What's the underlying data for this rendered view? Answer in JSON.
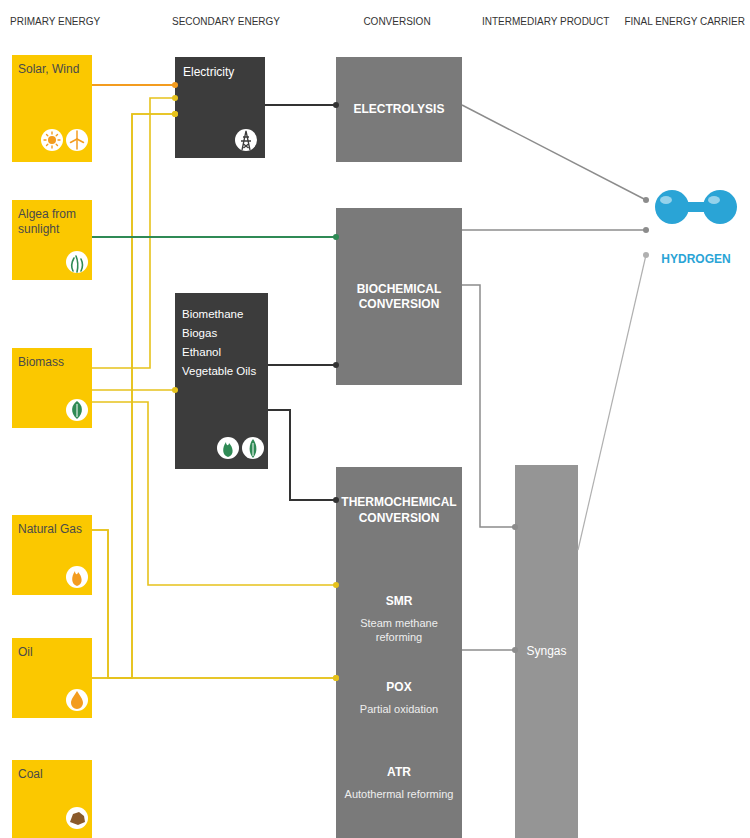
{
  "diagram": {
    "nodes": [
      {
        "text": [
          "Solar, Wind"
        ]
      },
      {
        "text": [
          "Algea from sunlight"
        ]
      },
      {
        "text": [
          "Biomass"
        ]
      },
      {
        "text": [
          "Natural Gas"
        ]
      },
      {
        "text": [
          "Oil"
        ]
      },
      {
        "text": [
          "Coal"
        ]
      },
      {
        "text": [
          "Electricity"
        ]
      },
      {
        "text": [
          "Biomethane",
          "Biogas",
          "Ethanol",
          "Vegetable Oils"
        ]
      },
      {
        "text": [
          "ELECTROLYSIS"
        ]
      },
      {
        "text": [
          "BIOCHEMICAL CONVERSION"
        ]
      },
      {
        "text": [
          "THERMOCHEMICAL CONVERSION",
          "SMR",
          "Steam methane reforming",
          "POX",
          "Partial oxidation",
          "ATR",
          "Autothermal reforming"
        ]
      },
      {
        "text": [
          "Syngas"
        ]
      },
      {
        "text": [
          "HYDROGEN"
        ]
      }
    ],
    "edges": [
      {
        "from": 0,
        "to": 6,
        "arrow": "to"
      },
      {
        "from": 2,
        "to": 6,
        "arrow": "to"
      },
      {
        "from": 3,
        "to": 6,
        "arrow": "to"
      },
      {
        "from": 4,
        "to": 6,
        "arrow": "to"
      },
      {
        "from": 1,
        "to": 9,
        "arrow": "to"
      },
      {
        "from": 2,
        "to": 7,
        "arrow": "to"
      },
      {
        "from": 2,
        "to": 10,
        "arrow": "to"
      },
      {
        "from": 3,
        "to": 10,
        "arrow": "to"
      },
      {
        "from": 4,
        "to": 10,
        "arrow": "to"
      },
      {
        "from": 6,
        "to": 8,
        "arrow": "to"
      },
      {
        "from": 7,
        "to": 9,
        "arrow": "to"
      },
      {
        "from": 7,
        "to": 10,
        "arrow": "to"
      },
      {
        "from": 8,
        "to": 12,
        "arrow": "to"
      },
      {
        "from": 9,
        "to": 12,
        "arrow": "to"
      },
      {
        "from": 9,
        "to": 11,
        "arrow": "to"
      },
      {
        "from": 10,
        "to": 11,
        "arrow": "to"
      },
      {
        "from": 11,
        "to": 12,
        "arrow": "to"
      }
    ],
    "labels": [
      "PRIMARY ENERGY",
      "SECONDARY ENERGY",
      "CONVERSION",
      "INTERMEDIARY PRODUCT",
      "FINAL ENERGY CARRIER"
    ]
  }
}
